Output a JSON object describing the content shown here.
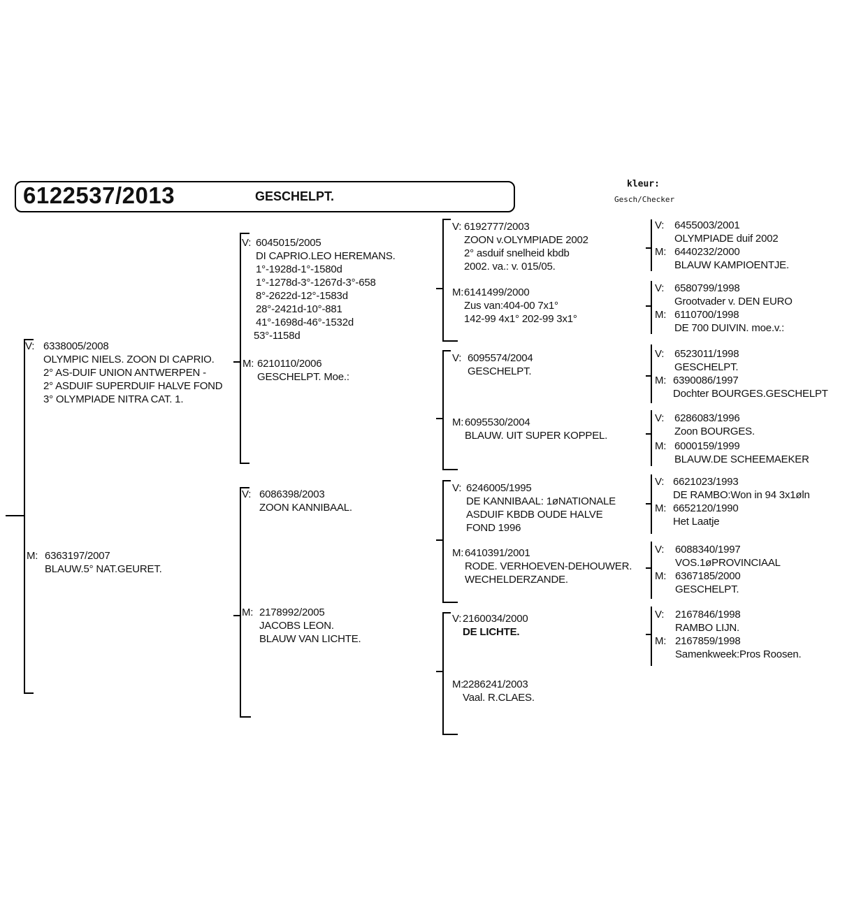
{
  "header": {
    "ring": "6122537/2013",
    "kind": "GESCHELPT.",
    "color_label": "kleur:",
    "color_value": "Gesch/Checker"
  },
  "gen1": {
    "father": {
      "prefix": "V:",
      "lines": [
        "6338005/2008",
        "OLYMPIC NIELS. ZOON DI CAPRIO.",
        "2° AS-DUIF UNION ANTWERPEN -",
        "2° ASDUIF SUPERDUIF HALVE FOND",
        "3° OLYMPIADE NITRA CAT. 1."
      ]
    },
    "mother": {
      "prefix": "M:",
      "lines": [
        "6363197/2007",
        "BLAUW.5° NAT.GEURET."
      ]
    }
  },
  "gen2": {
    "ff": {
      "prefix": "V:",
      "first": "6045015/2005",
      "lines": [
        "DI CAPRIO.LEO HEREMANS.",
        "1°-1928d-1°-1580d",
        "1°-1278d-3°-1267d-3°-658",
        "8°-2622d-12°-1583d",
        "28°-2421d-10°-881",
        "41°-1698d-46°-1532d",
        "53°-1158d"
      ]
    },
    "fm": {
      "prefix": "M:",
      "lines": [
        "6210110/2006",
        "GESCHELPT. Moe.:"
      ]
    },
    "mf": {
      "prefix": "V:",
      "lines": [
        "6086398/2003",
        "ZOON KANNIBAAL."
      ]
    },
    "mm": {
      "prefix": "M:",
      "lines": [
        "2178992/2005",
        "JACOBS LEON.",
        "BLAUW VAN LICHTE."
      ]
    }
  },
  "gen3": {
    "fff": {
      "prefix": "V:",
      "lines": [
        "6192777/2003",
        "ZOON v.OLYMPIADE 2002",
        "2° asduif snelheid kbdb",
        "2002. va.: v. 015/05."
      ]
    },
    "ffm": {
      "prefix": "M:",
      "lines": [
        "6141499/2000",
        "Zus van:404-00 7x1°",
        "142-99 4x1° 202-99 3x1°"
      ]
    },
    "fmf": {
      "prefix": "V:",
      "lines": [
        "6095574/2004",
        "GESCHELPT."
      ]
    },
    "fmm": {
      "prefix": "M:",
      "lines": [
        "6095530/2004",
        "BLAUW. UIT SUPER KOPPEL."
      ]
    },
    "mff": {
      "prefix": "V:",
      "lines": [
        "6246005/1995",
        "DE KANNIBAAL: 1øNATIONALE",
        "ASDUIF KBDB OUDE HALVE",
        "FOND 1996"
      ]
    },
    "mfm": {
      "prefix": "M:",
      "lines": [
        "6410391/2001",
        "RODE. VERHOEVEN-DEHOUWER.",
        "WECHELDERZANDE."
      ]
    },
    "mmf": {
      "prefix": "V:",
      "lines": [
        "2160034/2000",
        "DE LICHTE."
      ]
    },
    "mmm": {
      "prefix": "M:",
      "lines": [
        "2286241/2003",
        "Vaal. R.CLAES."
      ]
    }
  },
  "gen4": {
    "g1": {
      "v": {
        "prefix": "V:",
        "lines": [
          "6455003/2001",
          "OLYMPIADE duif 2002"
        ]
      },
      "m": {
        "prefix": "M:",
        "lines": [
          "6440232/2000",
          "BLAUW KAMPIOENTJE."
        ]
      }
    },
    "g2": {
      "v": {
        "prefix": "V:",
        "lines": [
          "6580799/1998",
          "Grootvader v. DEN EURO"
        ]
      },
      "m": {
        "prefix": "M:",
        "lines": [
          "6110700/1998",
          "DE 700 DUIVIN. moe.v.:"
        ]
      }
    },
    "g3": {
      "v": {
        "prefix": "V:",
        "lines": [
          "6523011/1998",
          "GESCHELPT."
        ]
      },
      "m": {
        "prefix": "M:",
        "lines": [
          "6390086/1997",
          "Dochter BOURGES.GESCHELPT"
        ]
      }
    },
    "g4": {
      "v": {
        "prefix": "V:",
        "lines": [
          "6286083/1996",
          "Zoon BOURGES."
        ]
      },
      "m": {
        "prefix": "M:",
        "lines": [
          "6000159/1999",
          "BLAUW.DE SCHEEMAEKER"
        ]
      }
    },
    "g5": {
      "v": {
        "prefix": "V:",
        "lines": [
          "6621023/1993",
          "DE RAMBO:Won in 94 3x1øln"
        ]
      },
      "m": {
        "prefix": "M:",
        "lines": [
          "6652120/1990",
          "Het Laatje"
        ]
      }
    },
    "g6": {
      "v": {
        "prefix": "V:",
        "lines": [
          "6088340/1997",
          "VOS.1øPROVINCIAAL"
        ]
      },
      "m": {
        "prefix": "M:",
        "lines": [
          "6367185/2000",
          "GESCHELPT."
        ]
      }
    },
    "g7": {
      "v": {
        "prefix": "V:",
        "lines": [
          "2167846/1998",
          "RAMBO LIJN."
        ]
      },
      "m": {
        "prefix": "M:",
        "lines": [
          "2167859/1998",
          "Samenkweek:Pros Roosen."
        ]
      }
    }
  }
}
